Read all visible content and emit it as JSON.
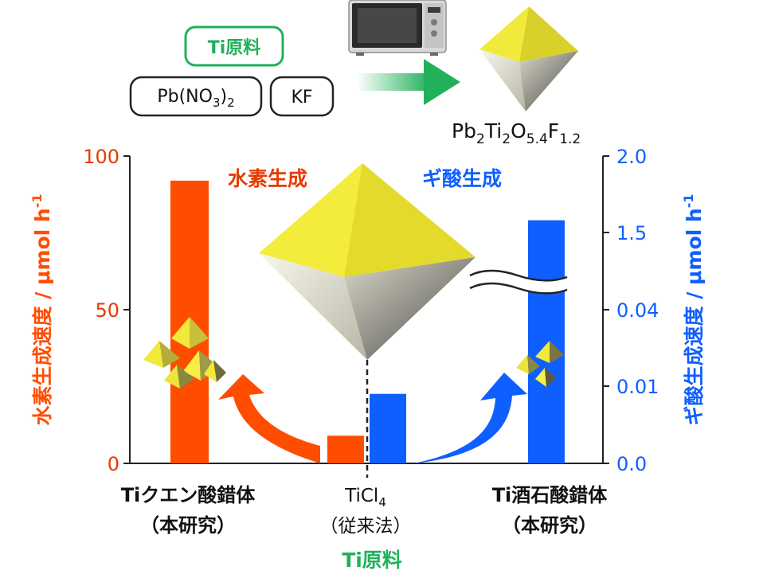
{
  "scheme": {
    "ti_source_badge": "Ti原料",
    "reagents": [
      "Pb(NO3)2",
      "KF"
    ],
    "product": "Pb2Ti2O5.4F1.2",
    "microwave_icon": "microwave-oven-icon",
    "arrow_icon": "green-arrow-icon",
    "crystal_icon": "octahedral-crystal-icon"
  },
  "chart_data": {
    "type": "bar",
    "title_h2": "水素生成",
    "title_formic": "ギ酸生成",
    "xlabel": "Ti原料",
    "categories": [
      {
        "line1_bold": "Ti",
        "line1_rest": "クエン酸錯体",
        "line2": "（本研究）"
      },
      {
        "line1": "TiCl4",
        "line2": "（従来法）"
      },
      {
        "line1_bold": "Ti",
        "line1_rest": "酒石酸錯体",
        "line2": "（本研究）"
      }
    ],
    "left_axis": {
      "label": "水素生成速度 / μmol h-1",
      "ylim": [
        0,
        100
      ],
      "ticks": [
        0,
        50,
        100
      ]
    },
    "right_axis": {
      "label": "ギ酸生成速度 / μmol h-1",
      "broken": true,
      "lower_range": [
        0.0,
        0.04
      ],
      "upper_range": [
        1.5,
        2.0
      ],
      "ticks_lower": [
        "0.0",
        "0.01",
        "0.04"
      ],
      "ticks_upper": [
        "1.5",
        "2.0"
      ]
    },
    "series": [
      {
        "name": "水素生成",
        "axis": "left",
        "color": "#ff4d00",
        "points": [
          {
            "category": 0,
            "value": 92
          },
          {
            "category": 1,
            "value": 9
          }
        ]
      },
      {
        "name": "ギ酸生成",
        "axis": "right",
        "color": "#0f5fff",
        "points": [
          {
            "category": 1,
            "value": 0.009
          },
          {
            "category": 2,
            "value": 1.58
          }
        ]
      }
    ],
    "colors": {
      "h2": "#ff4d00",
      "formic": "#0f5fff",
      "ti_source": "#22b05a",
      "crystal": "#f4ec3c"
    }
  }
}
